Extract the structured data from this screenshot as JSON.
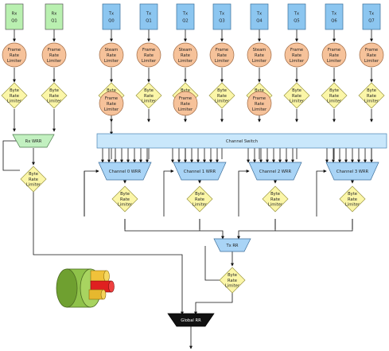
{
  "rx_queues": [
    [
      "Rx",
      "Q0"
    ],
    [
      "Rx",
      "Q1"
    ]
  ],
  "tx_queues": [
    [
      "Tx",
      "Q0"
    ],
    [
      "Tx",
      "Q1"
    ],
    [
      "Tx",
      "Q2"
    ],
    [
      "Tx",
      "Q3"
    ],
    [
      "Tx",
      "Q4"
    ],
    [
      "Tx",
      "Q5"
    ],
    [
      "Tx",
      "Q6"
    ],
    [
      "Tx",
      "Q7"
    ]
  ],
  "rx_limiters": [
    [
      "Frame",
      "Rate",
      "Limiter"
    ],
    [
      "Frame",
      "Rate",
      "Limiter"
    ]
  ],
  "tx_limiters": [
    [
      "Steam",
      "Rate",
      "Limiter"
    ],
    [
      "Frame",
      "Rate",
      "Limiter"
    ],
    [
      "Steam",
      "Rate",
      "Limiter"
    ],
    [
      "Frame",
      "Rate",
      "Limiter"
    ],
    [
      "Steam",
      "Rate",
      "Limiter"
    ],
    [
      "Frame",
      "Rate",
      "Limiter"
    ],
    [
      "Frame",
      "Rate",
      "Limiter"
    ],
    [
      "Frame",
      "Rate",
      "Limiter"
    ]
  ],
  "byte_limiter": [
    "Byte",
    "Rate",
    "Limiter"
  ],
  "frame_limiter": [
    "Frame",
    "Rate",
    "Limiter"
  ],
  "rx_wrr_label": "Rx WRR",
  "channel_switch_label": "Channel Switch",
  "channel_wrr_labels": [
    "Channel 0 WRR",
    "Channel 1 WRR",
    "Channel 2 WRR",
    "Channel 3 WRR"
  ],
  "tx_rr_label": "Tx RR",
  "global_rr_label": "Global RR",
  "colors": {
    "rx_queue": "#b9f0b0",
    "tx_queue": "#8cc6f0",
    "frame_limiter": "#f6c29a",
    "byte_limiter": "#fbf6a8",
    "channel_switch": "#c9e7fb",
    "scheduler": "#a9d4f6",
    "global_rr": "#111111",
    "cable_jacket": "#8fc24a"
  }
}
